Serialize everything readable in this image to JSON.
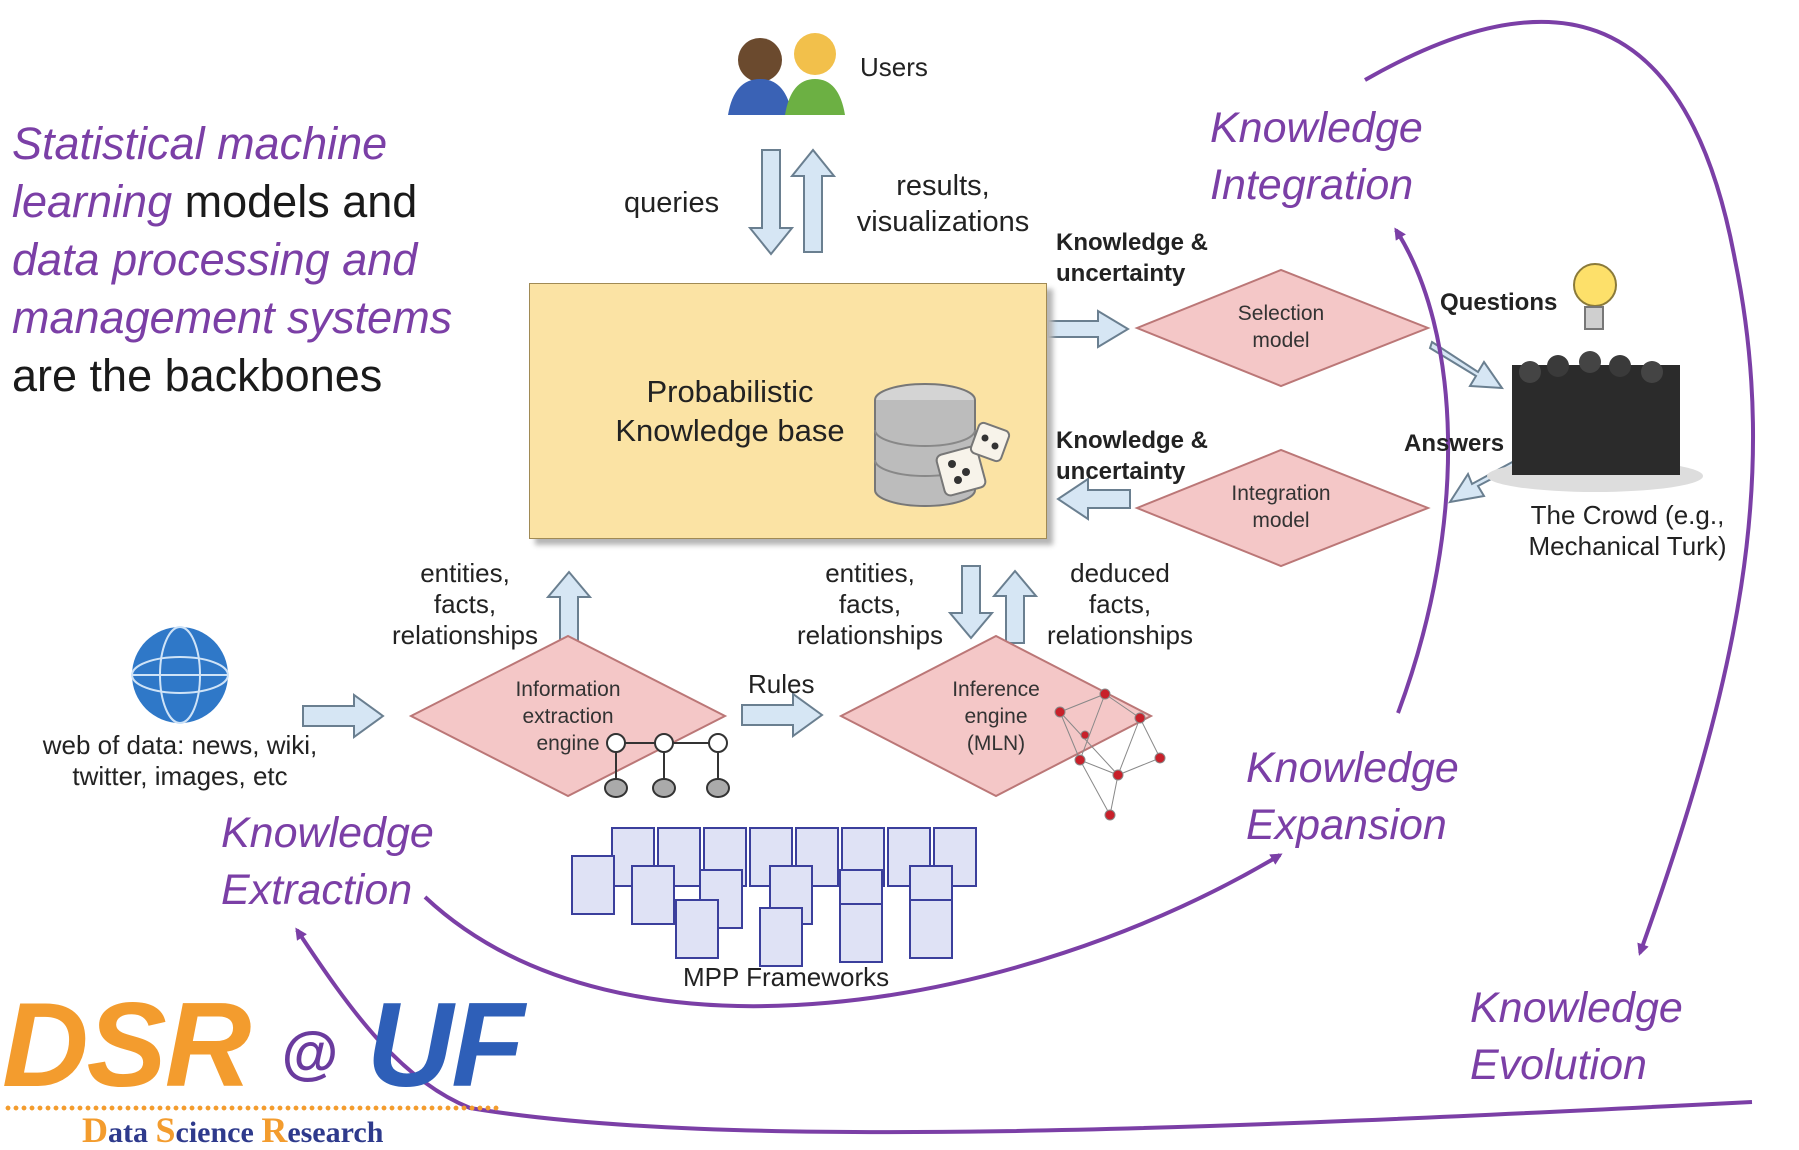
{
  "intro": {
    "part1_italic": "Statistical machine learning",
    "part2": " models and ",
    "part3_italic": "data processing and management systems",
    "part4": " are the backbones"
  },
  "labels": {
    "knowledge_integration": [
      "Knowledge",
      "Integration"
    ],
    "knowledge_expansion": [
      "Knowledge",
      "Expansion"
    ],
    "knowledge_extraction": [
      "Knowledge",
      "Extraction"
    ],
    "knowledge_evolution": [
      "Knowledge",
      "Evolution"
    ]
  },
  "nodes": {
    "users": "Users",
    "queries": "queries",
    "results": [
      "results,",
      "visualizations"
    ],
    "kb": [
      "Probabilistic",
      "Knowledge base"
    ],
    "ku_top": [
      "Knowledge &",
      "uncertainty"
    ],
    "ku_bottom": [
      "Knowledge &",
      "uncertainty"
    ],
    "selection_model": [
      "Selection",
      "model"
    ],
    "integration_model": [
      "Integration",
      "model"
    ],
    "questions": "Questions",
    "answers": "Answers",
    "crowd": [
      "The Crowd (e.g.,",
      "Mechanical Turk)"
    ],
    "efr_left": [
      "entities,",
      "facts,",
      "relationships"
    ],
    "efr_mid": [
      "entities,",
      "facts,",
      "relationships"
    ],
    "deduced": [
      "deduced",
      "facts,",
      "relationships"
    ],
    "web": [
      "web of data: news, wiki,",
      "twitter, images, etc"
    ],
    "ie_engine": [
      "Information",
      "extraction",
      "engine"
    ],
    "rules": "Rules",
    "inference": [
      "Inference",
      "engine",
      "(MLN)"
    ],
    "mpp": "MPP Frameworks"
  },
  "logo": {
    "dsr": "DSR",
    "at": "@",
    "uf": "UF",
    "sub": [
      {
        "cap": "D",
        "rest": "ata "
      },
      {
        "cap": "S",
        "rest": "cience "
      },
      {
        "cap": "R",
        "rest": "esearch"
      }
    ]
  },
  "colors": {
    "purple": "#7b3fa6",
    "kb_fill": "#fbe3a4",
    "diamond_fill": "#f4c7c7",
    "arrow_fill": "#d6e6f4",
    "logo_orange": "#f39c2e",
    "logo_blue": "#2e5fb8"
  }
}
